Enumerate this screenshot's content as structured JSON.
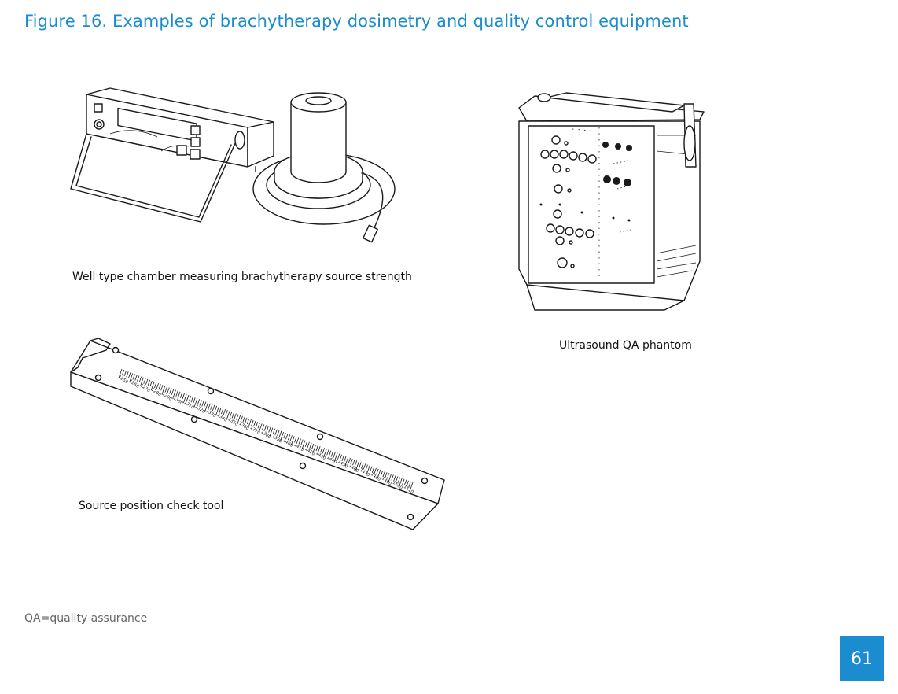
{
  "figure": {
    "title": "Figure 16. Examples of brachytherapy dosimetry and quality control equipment"
  },
  "items": [
    {
      "caption": "Well type chamber measuring brachytherapy source strength"
    },
    {
      "caption": "Ultrasound QA phantom"
    },
    {
      "caption": "Source position check tool"
    }
  ],
  "ruler_labels": [
    "1250",
    "1260",
    "1270",
    "1280",
    "1290",
    "1300",
    "1310",
    "1320",
    "1330",
    "1340",
    "1350",
    "1360",
    "1370",
    "1380",
    "1390",
    "1400",
    "1410",
    "1420",
    "1430",
    "1440",
    "1450",
    "1460",
    "1470",
    "1480",
    "1490",
    "1500",
    "1510"
  ],
  "footnote": "QA=quality assurance",
  "page_number": "61"
}
